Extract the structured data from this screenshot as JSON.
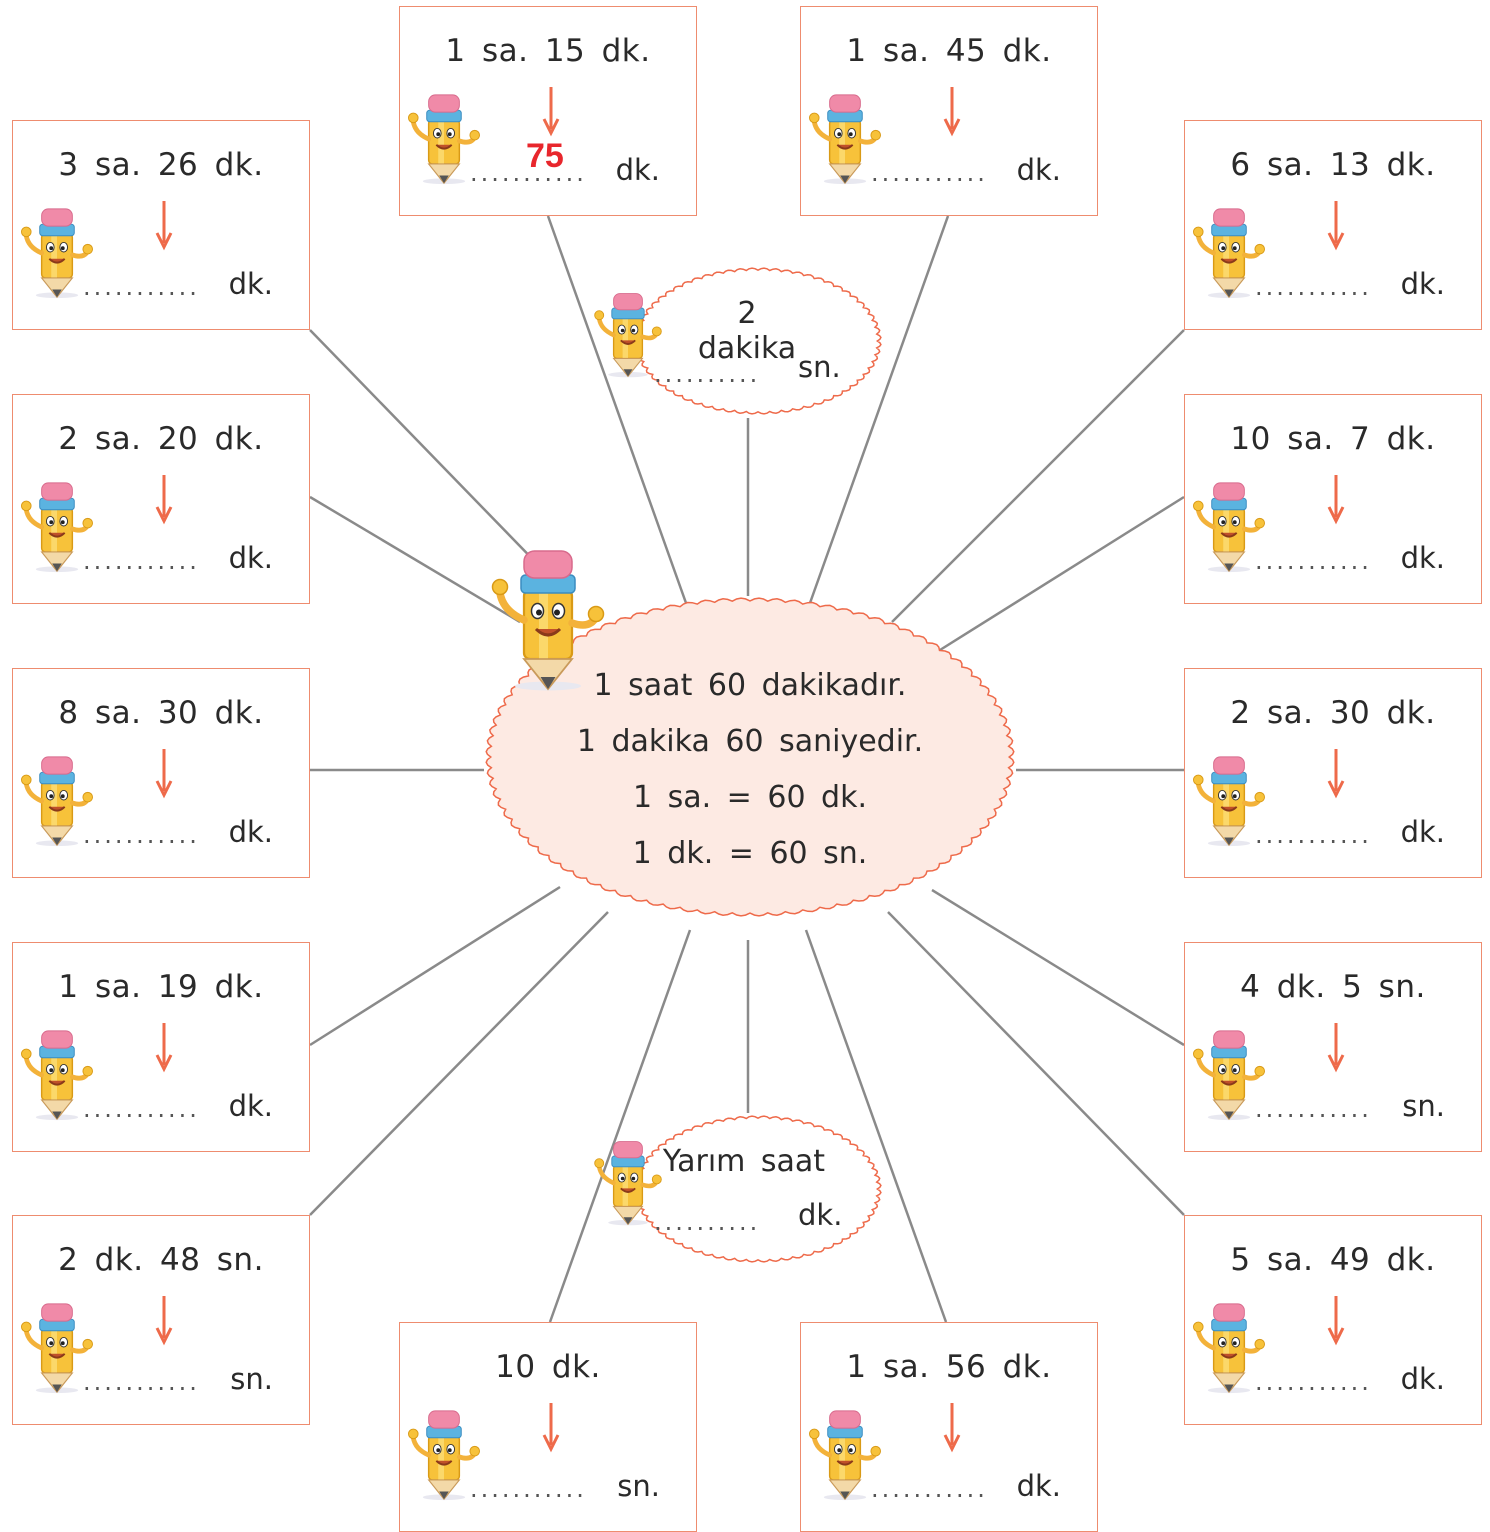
{
  "center": {
    "lines": [
      "1 saat 60 dakikadır.",
      "1 dakika 60 saniyedir.",
      "1 sa. = 60 dk.",
      "1 dk. = 60 sn."
    ]
  },
  "boxes": [
    {
      "question": "1 sa. 15 dk.",
      "dots": "...........",
      "unit": "dk.",
      "answer": "75"
    },
    {
      "question": "1 sa. 45 dk.",
      "dots": "...........",
      "unit": "dk.",
      "answer": ""
    },
    {
      "question": "3 sa. 26 dk.",
      "dots": "...........",
      "unit": "dk.",
      "answer": ""
    },
    {
      "question": "6 sa. 13 dk.",
      "dots": "...........",
      "unit": "dk.",
      "answer": ""
    },
    {
      "question": "2 sa. 20 dk.",
      "dots": "...........",
      "unit": "dk.",
      "answer": ""
    },
    {
      "question": "10 sa. 7 dk.",
      "dots": "...........",
      "unit": "dk.",
      "answer": ""
    },
    {
      "question": "8 sa. 30 dk.",
      "dots": "...........",
      "unit": "dk.",
      "answer": ""
    },
    {
      "question": "2 sa. 30 dk.",
      "dots": "...........",
      "unit": "dk.",
      "answer": ""
    },
    {
      "question": "1 sa. 19 dk.",
      "dots": "...........",
      "unit": "dk.",
      "answer": ""
    },
    {
      "question": "4 dk. 5 sn.",
      "dots": "...........",
      "unit": "sn.",
      "answer": ""
    },
    {
      "question": "2 dk. 48 sn.",
      "dots": "...........",
      "unit": "sn.",
      "answer": ""
    },
    {
      "question": "5 sa. 49 dk.",
      "dots": "...........",
      "unit": "dk.",
      "answer": ""
    },
    {
      "question": "10 dk.",
      "dots": "...........",
      "unit": "sn.",
      "answer": ""
    },
    {
      "question": "1 sa. 56 dk.",
      "dots": "...........",
      "unit": "dk.",
      "answer": ""
    }
  ],
  "bubbles": [
    {
      "question": "2 dakika",
      "dots": "..........",
      "unit": "sn."
    },
    {
      "question": "Yarım saat",
      "dots": "..........",
      "unit": "dk."
    }
  ],
  "colors": {
    "box_border": "#ee8c6f",
    "arrow": "#ee6a4a",
    "answer": "#e8262c",
    "center_fill": "#fdeae3",
    "connector": "#8a8a8a"
  },
  "icons": [
    "pencil-mascot-icon",
    "down-arrow-icon"
  ]
}
